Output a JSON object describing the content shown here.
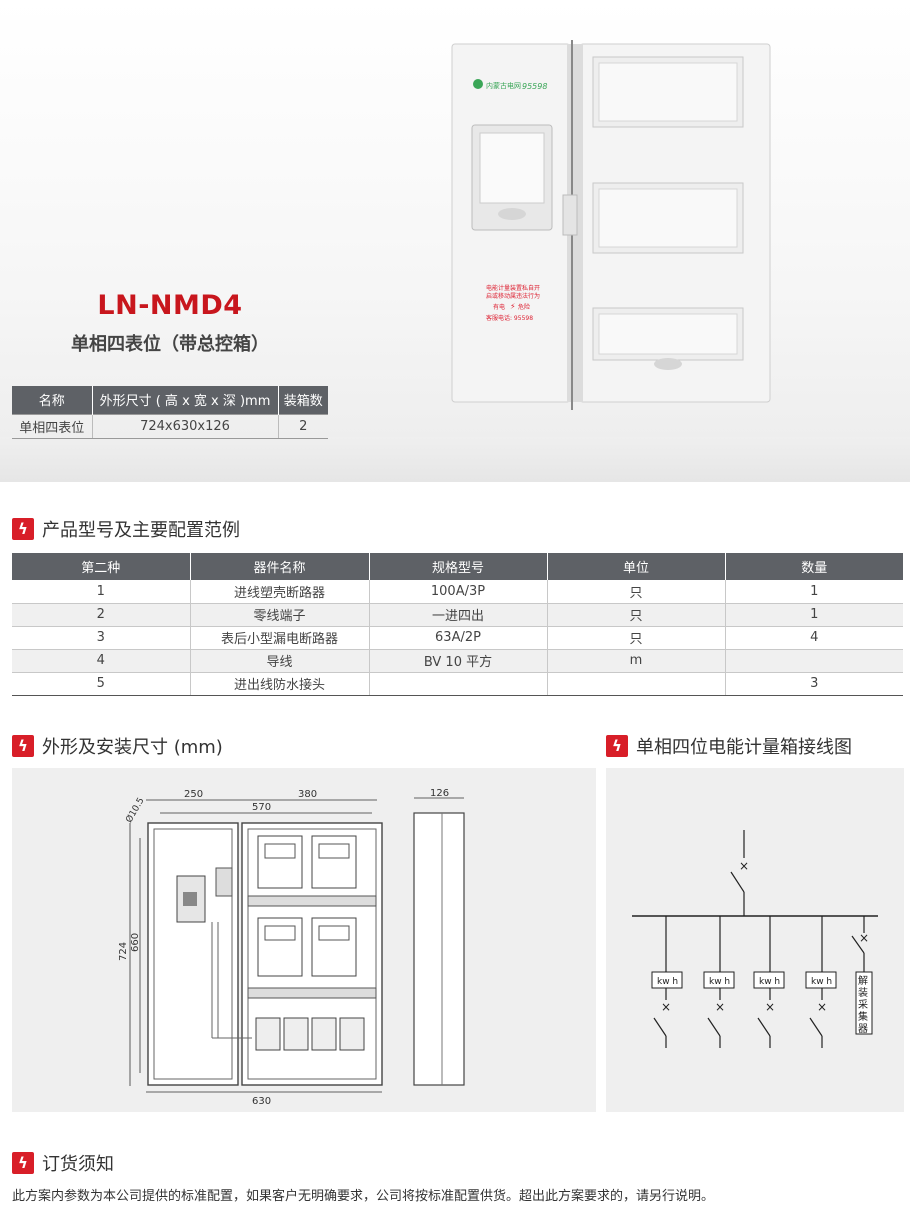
{
  "hero": {
    "model": "LN-NMD4",
    "subtitle": "单相四表位（带总控箱）",
    "spec_table": {
      "headers": [
        "名称",
        "外形尺寸 ( 高 x 宽 x 深 )mm",
        "装箱数"
      ],
      "row": [
        "单相四表位",
        "724x630x126",
        "2"
      ]
    },
    "cabinet": {
      "brand_text": "内蒙古电网",
      "brand_logo": "95598",
      "warning_lines": [
        "电能计量装置私自开",
        "启或移动属违法行为"
      ],
      "danger_label": "有电",
      "danger_label2": "危险",
      "service_line": "客服电话: 95598"
    }
  },
  "section_config": {
    "title": "产品型号及主要配置范例",
    "headers": [
      "第二种",
      "器件名称",
      "规格型号",
      "单位",
      "数量"
    ],
    "rows": [
      [
        "1",
        "进线塑壳断路器",
        "100A/3P",
        "只",
        "1"
      ],
      [
        "2",
        "零线端子",
        "一进四出",
        "只",
        "1"
      ],
      [
        "3",
        "表后小型漏电断路器",
        "63A/2P",
        "只",
        "4"
      ],
      [
        "4",
        "导线",
        "BV 10 平方",
        "m",
        ""
      ],
      [
        "5",
        "进出线防水接头",
        "",
        "",
        "3"
      ]
    ]
  },
  "section_dims": {
    "title": "外形及安装尺寸 (mm)",
    "labels": {
      "w250": "250",
      "w380": "380",
      "w570": "570",
      "w630": "630",
      "h724": "724",
      "h660": "660",
      "d126": "126",
      "hole": "Ø10.5"
    }
  },
  "section_wiring": {
    "title": "单相四位电能计量箱接线图",
    "meter_label": "kw h",
    "collector_label": [
      "解",
      "装",
      "采",
      "集",
      "器"
    ]
  },
  "section_order": {
    "title": "订货须知",
    "text": "此方案内参数为本公司提供的标准配置，如果客户无明确要求，公司将按标准配置供货。超出此方案要求的，请另行说明。"
  }
}
